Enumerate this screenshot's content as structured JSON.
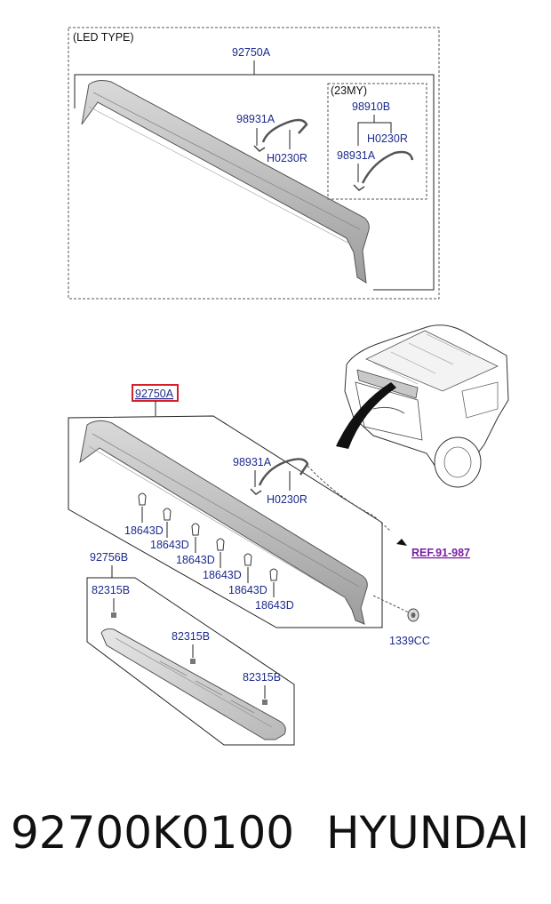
{
  "top_box": {
    "title": "(LED TYPE)",
    "main_part": "92750A",
    "clip": "98931A",
    "hose": "H0230R",
    "inner": {
      "title": "(23MY)",
      "assembly": "98910B",
      "hose": "H0230R",
      "clip": "98931A"
    }
  },
  "bottom": {
    "main_part": "92750A",
    "clip": "98931A",
    "hose": "H0230R",
    "ref": "REF.91-987",
    "grommet": "1339CC",
    "bulbs": [
      "18643D",
      "18643D",
      "18643D",
      "18643D",
      "18643D",
      "18643D"
    ],
    "lamp_assembly": "92756B",
    "screws": [
      "82315B",
      "82315B",
      "82315B"
    ]
  },
  "footer": {
    "part_number": "92700K0100",
    "brand": "HYUNDAI"
  },
  "colors": {
    "label": "#1c2b8c",
    "highlight": "#d4202a",
    "ref": "#7a1fa2"
  }
}
